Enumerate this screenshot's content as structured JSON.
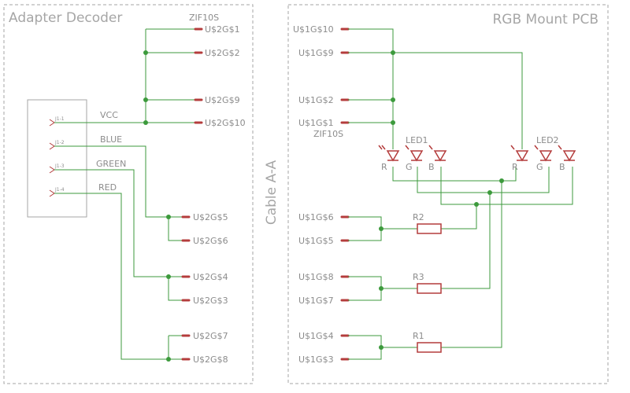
{
  "left_panel": {
    "title": "Adapter Decoder",
    "connector_part": "ZIF10S"
  },
  "middle": {
    "cable_label": "Cable A-A"
  },
  "right_panel": {
    "title": "RGB Mount PCB",
    "connector_part": "ZIF10S"
  },
  "connector_pins": [
    "J1-1",
    "J1-2",
    "J1-3",
    "J1-4"
  ],
  "signals": [
    "VCC",
    "BLUE",
    "GREEN",
    "RED"
  ],
  "left_pins": [
    "U$2G$1",
    "U$2G$2",
    "U$2G$9",
    "U$2G$10",
    "U$2G$5",
    "U$2G$6",
    "U$2G$4",
    "U$2G$3",
    "U$2G$7",
    "U$2G$8"
  ],
  "right_pins": [
    "U$1G$10",
    "U$1G$9",
    "U$1G$2",
    "U$1G$1",
    "U$1G$6",
    "U$1G$5",
    "U$1G$8",
    "U$1G$7",
    "U$1G$4",
    "U$1G$3"
  ],
  "resistors": [
    "R2",
    "R3",
    "R1"
  ],
  "leds": [
    {
      "name": "LED1",
      "legs": [
        "R",
        "G",
        "B"
      ]
    },
    {
      "name": "LED2",
      "legs": [
        "R",
        "G",
        "B"
      ]
    }
  ],
  "colors": {
    "pin": "#b43c3c",
    "wire": "#3c9a3c",
    "frame": "#a6a6a6",
    "text": "#8c8c8c"
  }
}
